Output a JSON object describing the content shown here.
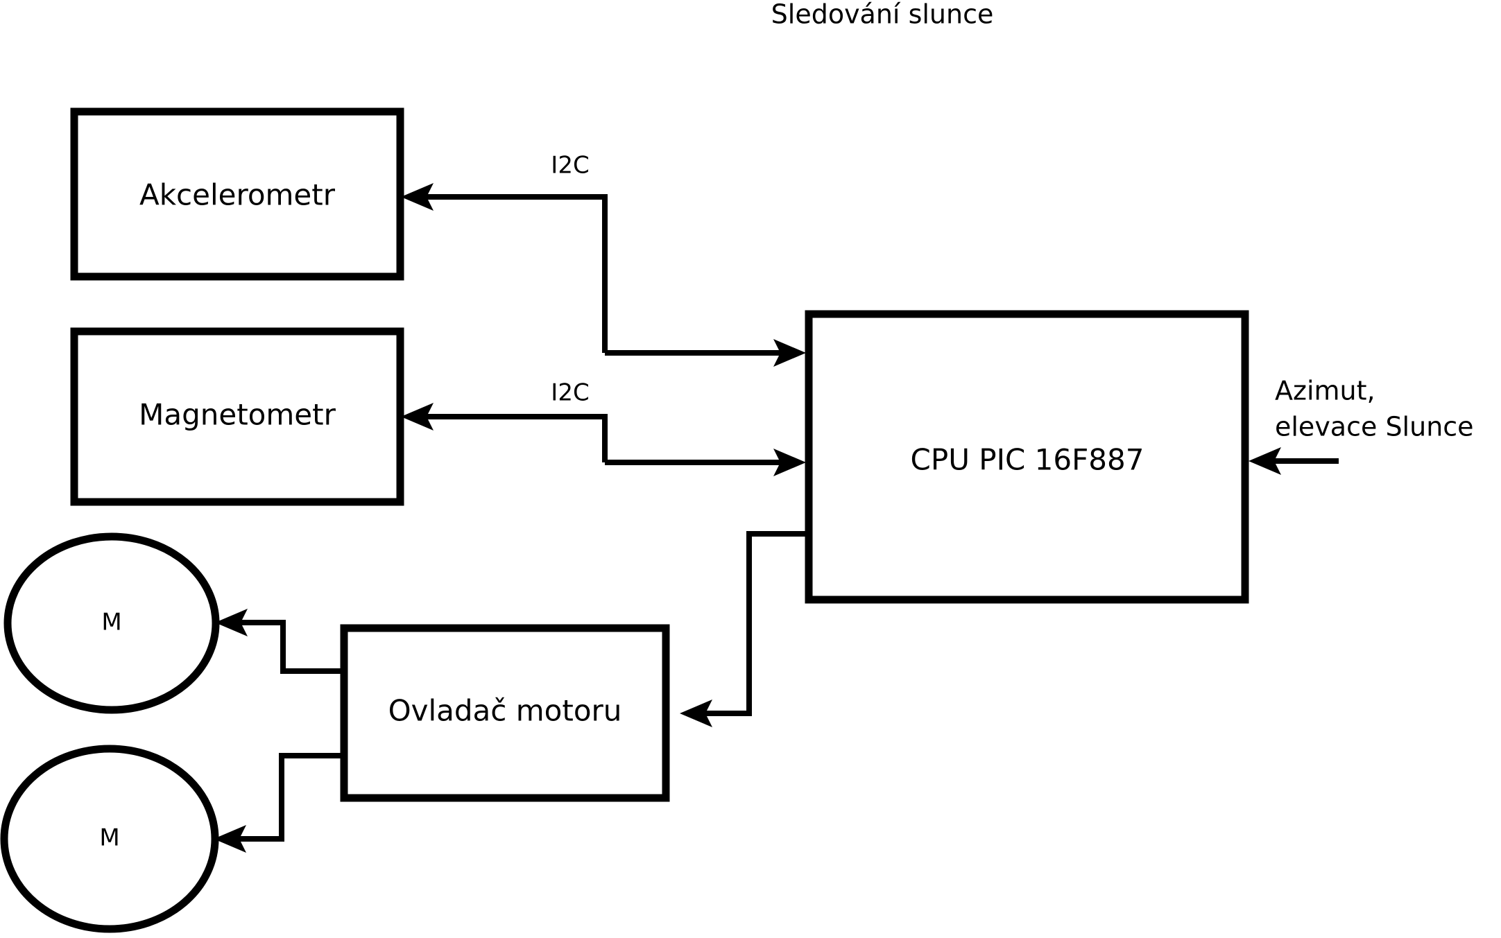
{
  "diagram": {
    "title": "Sledování slunce",
    "background_color": "#ffffff",
    "line_color": "#000000",
    "nodes": {
      "accelerometer": {
        "label": "Akcelerometr",
        "shape": "rectangle"
      },
      "magnetometer": {
        "label": "Magnetometr",
        "shape": "rectangle"
      },
      "cpu": {
        "label": "CPU PIC 16F887",
        "shape": "rectangle"
      },
      "motor_driver": {
        "label": "Ovladač motoru",
        "shape": "rectangle"
      },
      "motor_top": {
        "label": "M",
        "shape": "circle"
      },
      "motor_bottom": {
        "label": "M",
        "shape": "circle"
      }
    },
    "edge_labels": {
      "i2c_accelerometer": "I2C",
      "i2c_magnetometer": "I2C"
    },
    "annotations": {
      "sun_input_line1": "Azimut,",
      "sun_input_line2": "elevace Slunce"
    }
  }
}
